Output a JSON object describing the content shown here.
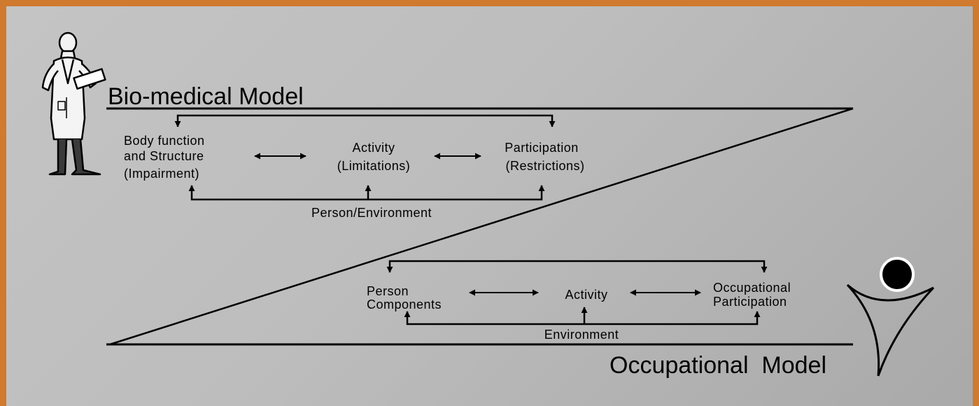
{
  "biomedical": {
    "title": "Bio-medical Model",
    "body_function": [
      "Body function",
      "and Structure",
      "(Impairment)"
    ],
    "activity": [
      "Activity",
      "(Limitations)"
    ],
    "participation": [
      "Participation",
      "(Restrictions)"
    ],
    "context": "Person/Environment"
  },
  "occupational": {
    "title": "Occupational  Model",
    "person_components": [
      "Person",
      "Components"
    ],
    "activity": "Activity",
    "occupational_participation": [
      "Occupational",
      "Participation"
    ],
    "context": "Environment"
  },
  "icons": {
    "doctor": "doctor-clipboard-icon",
    "person": "abstract-person-icon"
  },
  "colors": {
    "border": "#cf7a2e",
    "background": "#bdbdbd",
    "ink": "#000000"
  }
}
